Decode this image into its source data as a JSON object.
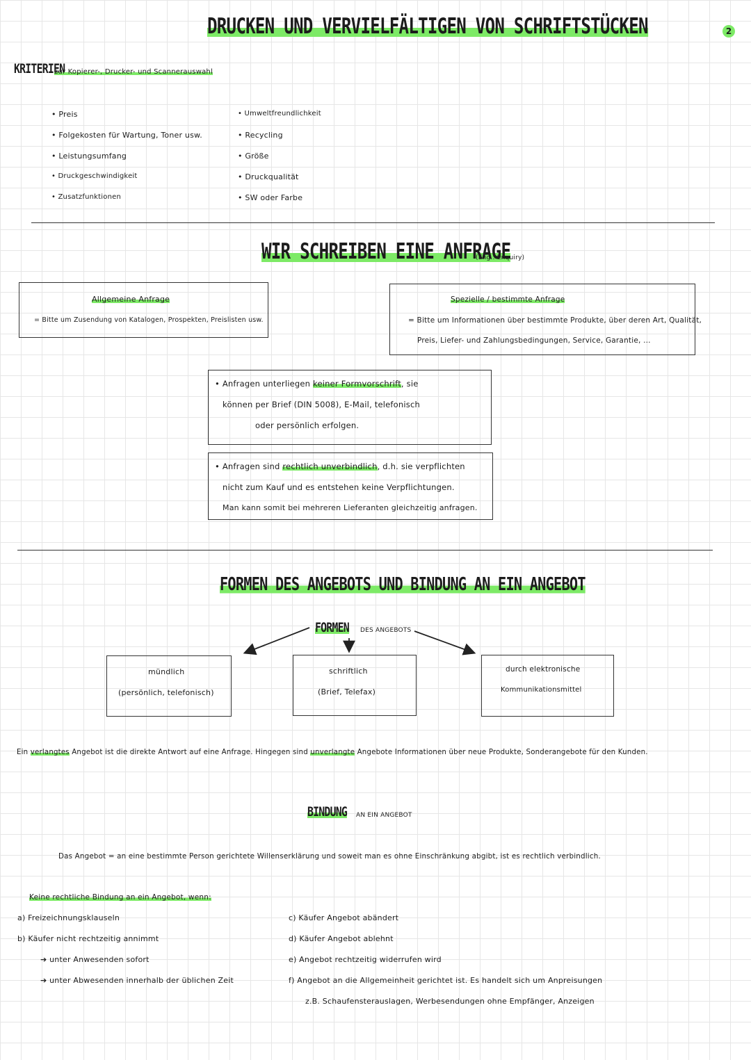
{
  "page_number": "2",
  "main_title": "DRUCKEN UND VERVIELFÄLTIGEN VON SCHRIFTSTÜCKEN",
  "criteria": {
    "label": "KRITERIEN",
    "sublabel": "zur Kopierer-, Drucker- und Scannerauswahl",
    "left": [
      "Preis",
      "Folgekosten für Wartung, Toner usw.",
      "Leistungsumfang",
      "Druckgeschwindigkeit",
      "Zusatzfunktionen"
    ],
    "right": [
      "Umweltfreundlichkeit",
      "Recycling",
      "Größe",
      "Druckqualität",
      "SW oder Farbe"
    ]
  },
  "anfrage": {
    "title": "WIR SCHREIBEN EINE ANFRAGE",
    "eng": "(Eng.: Enquiry)",
    "general_title": "Allgemeine Anfrage",
    "general_text": "= Bitte um Zusendung von Katalogen, Prospekten, Preislisten usw.",
    "special_title": "Spezielle / bestimmte Anfrage",
    "special_line1": "= Bitte um Informationen über bestimmte Produkte, über deren Art, Qualität,",
    "special_line2": "Preis, Liefer- und Zahlungsbedingungen, Service, Garantie, ...",
    "form_pre": "Anfragen unterliegen ",
    "form_hl": "keiner Formvorschrift",
    "form_post": ", sie",
    "form_line2": "können per Brief (DIN 5008), E-Mail, telefonisch",
    "form_line3": "oder persönlich erfolgen.",
    "binding_pre": "Anfragen sind ",
    "binding_hl": "rechtlich unverbindlich",
    "binding_post": ", d.h. sie verpflichten",
    "binding_line2": "nicht zum Kauf und es entstehen keine Verpflichtungen.",
    "binding_line3": "Man kann somit bei mehreren Lieferanten gleichzeitig anfragen."
  },
  "angebot": {
    "title": "FORMEN DES ANGEBOTS UND BINDUNG AN EIN ANGEBOT",
    "formen_word": "FORMEN",
    "formen_rest": "DES ANGEBOTS",
    "oral_line1": "mündlich",
    "oral_line2": "(persönlich, telefonisch)",
    "written_line1": "schriftlich",
    "written_line2": "(Brief, Telefax)",
    "electronic_line1": "durch elektronische",
    "electronic_line2": "Kommunikationsmittel",
    "sentence_p1": "Ein ",
    "sentence_hl1": "verlangtes",
    "sentence_p2": " Angebot ist die direkte Antwort auf eine Anfrage. Hingegen sind ",
    "sentence_hl2": "unverlangte",
    "sentence_p3": " Angebote Informationen über neue Produkte, Sonderangebote für den Kunden.",
    "bindung_word": "BINDUNG",
    "bindung_rest": "AN EIN ANGEBOT",
    "definition": "Das Angebot = an eine bestimmte Person gerichtete Willenserklärung und soweit man es ohne Einschränkung abgibt, ist es rechtlich verbindlich.",
    "no_binding_title": "Keine rechtliche Bindung an ein Angebot, wenn:",
    "a": "a)  Freizeichnungsklauseln",
    "b": "b)  Käufer nicht rechtzeitig annimmt",
    "b1": "unter Anwesenden sofort",
    "b2": "unter Abwesenden innerhalb der üblichen Zeit",
    "c": "c)  Käufer Angebot abändert",
    "d": "d)  Käufer Angebot ablehnt",
    "e": "e)  Angebot rechtzeitig widerrufen wird",
    "f": "f)  Angebot an die Allgemeinheit gerichtet ist. Es handelt sich um Anpreisungen",
    "f2": "z.B. Schaufensterauslagen, Werbesendungen ohne Empfänger, Anzeigen"
  }
}
